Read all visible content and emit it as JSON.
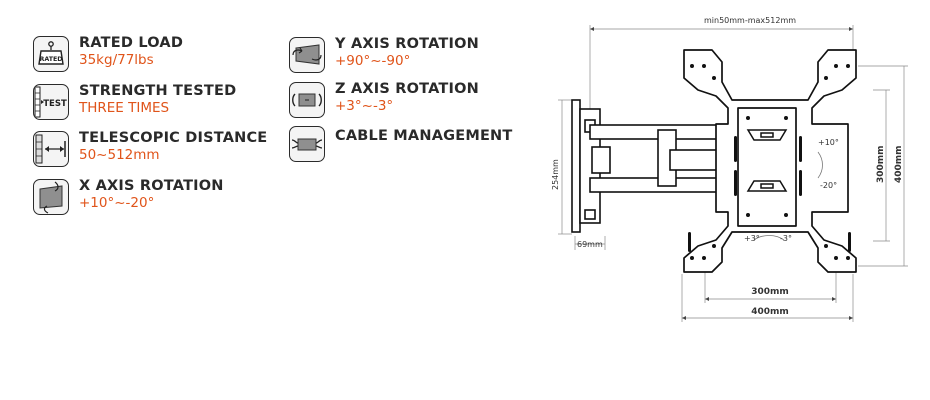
{
  "specs": [
    {
      "label": "RATED LOAD",
      "value": "35kg/77lbs",
      "icon": "rated-load-icon",
      "icon_text": "RATED"
    },
    {
      "label": "STRENGTH TESTED",
      "value": "THREE TIMES",
      "icon": "test-icon",
      "icon_text": "TEST"
    },
    {
      "label": "TELESCOPIC DISTANCE",
      "value": "50~512mm",
      "icon": "telescopic-icon"
    },
    {
      "label": "X AXIS ROTATION",
      "value": "+10°~-20°",
      "icon": "x-rotation-icon"
    },
    {
      "label": "Y AXIS ROTATION",
      "value": "+90°~-90°",
      "icon": "y-rotation-icon"
    },
    {
      "label": "Z AXIS ROTATION",
      "value": "+3°~-3°",
      "icon": "z-rotation-icon"
    },
    {
      "label": "CABLE MANAGEMENT",
      "value": "",
      "icon": "cable-management-icon"
    }
  ],
  "diagram": {
    "extension": "min50mm-max512mm",
    "wall_plate_height": "254mm",
    "wall_plate_width": "69mm",
    "vesa_h_inner": "300mm",
    "vesa_h_outer": "400mm",
    "vesa_v_inner": "300mm",
    "vesa_v_outer": "400mm",
    "tilt_up": "+10°",
    "tilt_down": "-20°",
    "level_plus": "+3°",
    "level_minus": "-3°"
  },
  "colors": {
    "label": "#2a2a2a",
    "value": "#e0541a",
    "line": "#222222",
    "dimension": "#8a8a8a"
  }
}
